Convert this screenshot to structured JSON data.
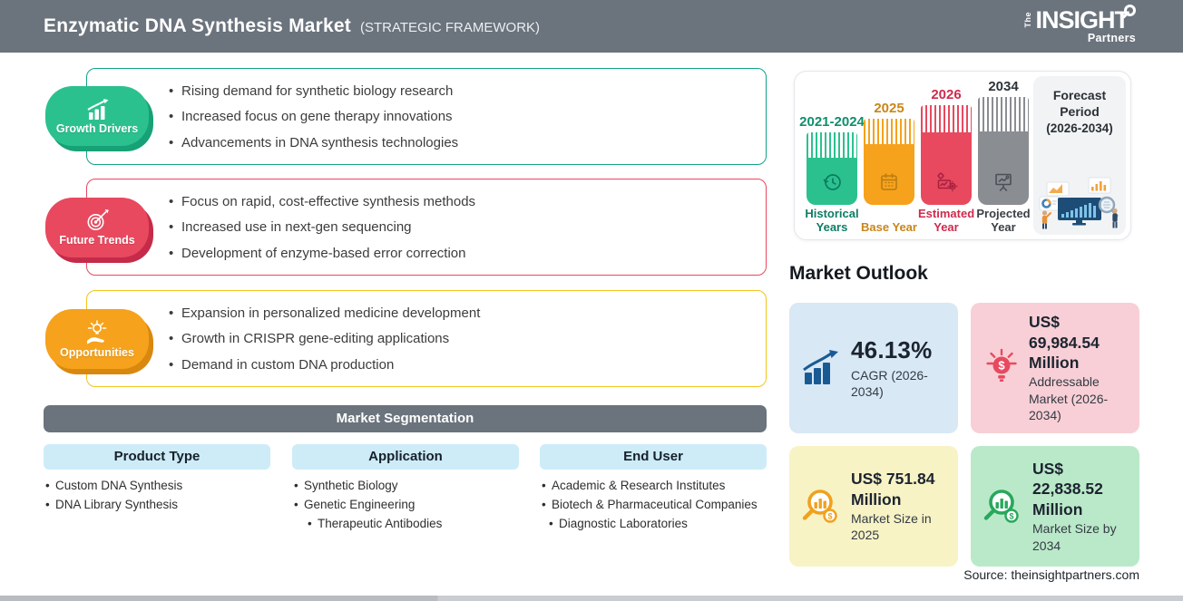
{
  "header": {
    "title": "Enzymatic DNA Synthesis Market",
    "subtitle": "(STRATEGIC FRAMEWORK)",
    "logo": {
      "the": "The",
      "insight": "INSIGHT",
      "partners": "Partners"
    }
  },
  "sections": [
    {
      "label": "Growth Drivers",
      "icon": "bar-chart-growth-icon",
      "accent": "#2bc18f",
      "items": [
        "Rising demand for synthetic biology research",
        "Increased focus on gene therapy innovations",
        "Advancements in DNA synthesis technologies"
      ]
    },
    {
      "label": "Future Trends",
      "icon": "target-dart-icon",
      "accent": "#e8495f",
      "items": [
        "Focus on rapid, cost-effective synthesis methods",
        "Increased use in next-gen sequencing",
        "Development of enzyme-based error correction"
      ]
    },
    {
      "label": "Opportunities",
      "icon": "hand-lightbulb-icon",
      "accent": "#f6a21c",
      "items": [
        "Expansion in personalized medicine development",
        "Growth in CRISPR gene-editing applications",
        "Demand in custom DNA production"
      ]
    }
  ],
  "segmentation": {
    "title": "Market Segmentation",
    "columns": [
      {
        "header": "Product Type",
        "items": [
          "Custom DNA Synthesis",
          "DNA Library Synthesis"
        ]
      },
      {
        "header": "Application",
        "items": [
          "Synthetic Biology",
          "Genetic Engineering",
          "Therapeutic Antibodies"
        ]
      },
      {
        "header": "End User",
        "items": [
          "Academic & Research Institutes",
          "Biotech & Pharmaceutical Companies",
          "Diagnostic Laboratories"
        ]
      }
    ]
  },
  "timeline": {
    "bars": [
      {
        "year": "2021-2024",
        "label": "Historical Years",
        "icon": "history-clock-icon",
        "color": "#2bc18f"
      },
      {
        "year": "2025",
        "label": "Base Year",
        "icon": "calendar-icon",
        "color": "#f6a21c"
      },
      {
        "year": "2026",
        "label": "Estimated Year",
        "icon": "gear-analysis-icon",
        "color": "#e8495f"
      },
      {
        "year": "2034",
        "label": "Projected Year",
        "icon": "projection-screen-icon",
        "color": "#8a8d92"
      }
    ],
    "forecast": {
      "title": "Forecast Period",
      "range": "(2026-2034)"
    }
  },
  "outlook": {
    "title": "Market Outlook",
    "cards": [
      {
        "value": "46.13%",
        "desc": "CAGR (2026-2034)",
        "icon": "growth-bars-arrow-icon",
        "bg": "#d8e8f5"
      },
      {
        "value": "US$ 69,984.54 Million",
        "desc": "Addressable Market (2026-2034)",
        "icon": "lightbulb-dollar-icon",
        "bg": "#f8cfd6"
      },
      {
        "value": "US$ 751.84 Million",
        "desc": "Market Size in 2025",
        "icon": "magnifier-chart-orange-icon",
        "bg": "#f7f3c5"
      },
      {
        "value": "US$ 22,838.52 Million",
        "desc": "Market Size by 2034",
        "icon": "magnifier-chart-green-icon",
        "bg": "#bae9c9"
      }
    ]
  },
  "source": "Source: theinsightpartners.com",
  "colors": {
    "header_bg": "#6b737d",
    "growth_green": "#2bc18f",
    "trend_red": "#e8495f",
    "opportunity_orange": "#f6a21c",
    "segment_header_blue": "#cdecf8",
    "card_blue": "#d8e8f5",
    "card_pink": "#f8cfd6",
    "card_yellow": "#f7f3c5",
    "card_green": "#bae9c9"
  }
}
